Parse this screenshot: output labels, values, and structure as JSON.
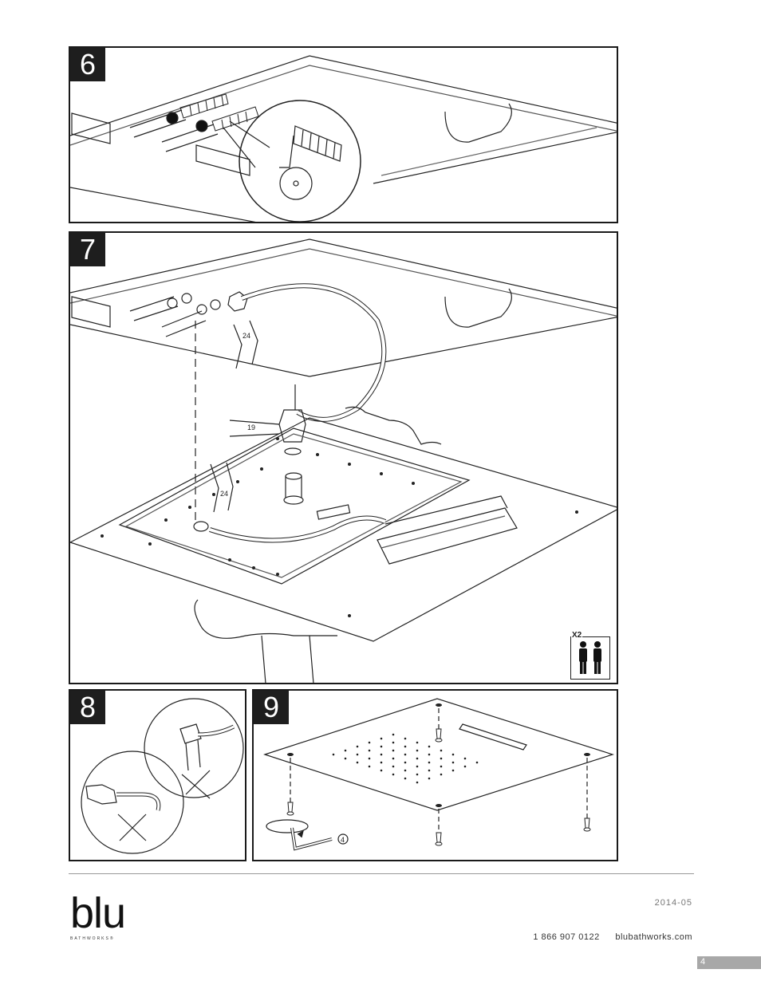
{
  "steps": [
    {
      "number": "6"
    },
    {
      "number": "7",
      "wrench_sizes": [
        "24",
        "19",
        "24"
      ],
      "people_badge": "X2"
    },
    {
      "number": "8"
    },
    {
      "number": "9",
      "hex_key_size": "4"
    }
  ],
  "footer": {
    "brand": "blu",
    "brand_sub": "BATHWORKS®",
    "date": "2014-05",
    "phone": "1 866 907 0122",
    "website": "blubathworks.com",
    "page_number": "4"
  }
}
